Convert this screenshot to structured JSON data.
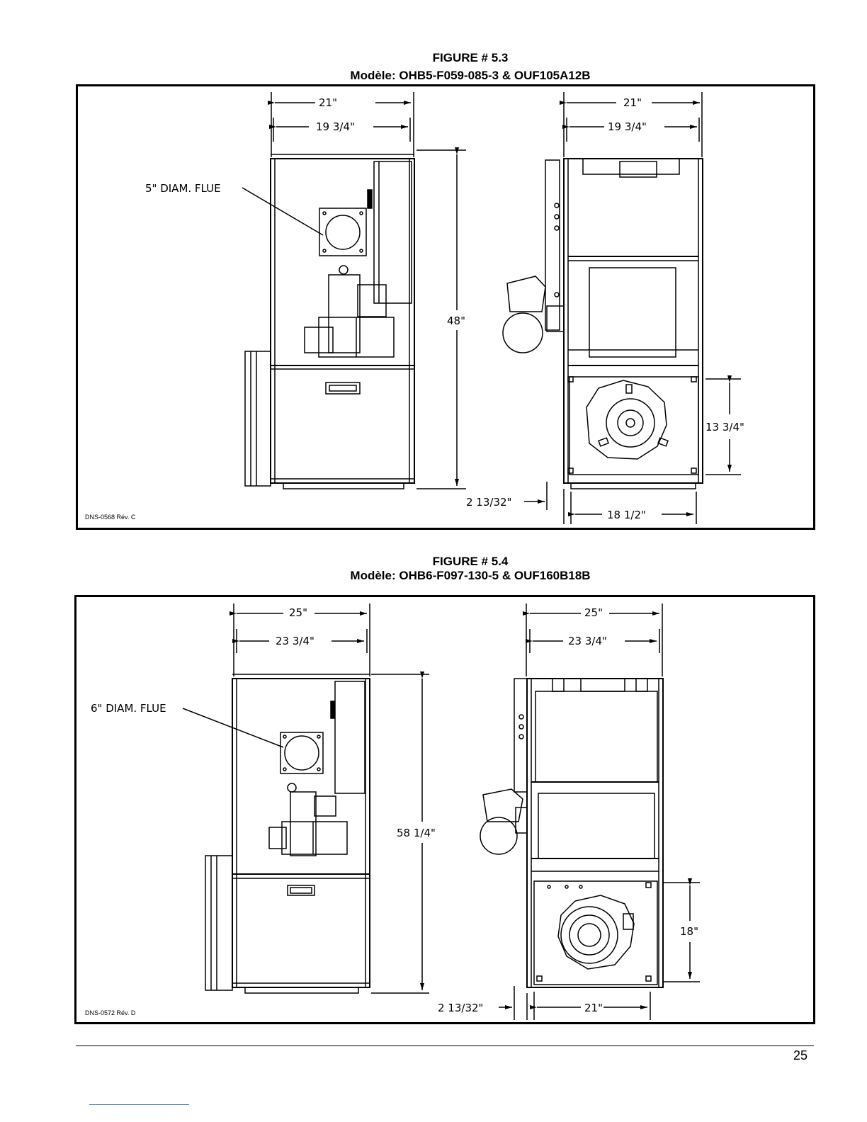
{
  "figures": [
    {
      "number": "FIGURE # 5.3",
      "model": "Modèle: OHB5-F059-085-3 & OUF105A12B",
      "dims": {
        "front_width": "21\"",
        "front_inner": "19 3/4\"",
        "flue": "5\" DIAM. FLUE",
        "height": "48\"",
        "side_width": "21\"",
        "side_inner": "19 3/4\"",
        "blower": "13 3/4\"",
        "offset": "2 13/32\"",
        "base": "18 1/2\""
      },
      "ref": "DNS-0568 Rév. C"
    },
    {
      "number": "FIGURE # 5.4",
      "model": "Modèle: OHB6-F097-130-5 & OUF160B18B",
      "dims": {
        "front_width": "25\"",
        "front_inner": "23 3/4\"",
        "flue": "6\" DIAM. FLUE",
        "height": "58 1/4\"",
        "side_width": "25\"",
        "side_inner": "23 3/4\"",
        "blower": "18\"",
        "offset": "2 13/32\"",
        "base": "21\""
      },
      "ref": "DNS-0572 Rév. D"
    }
  ],
  "page_number": "25"
}
